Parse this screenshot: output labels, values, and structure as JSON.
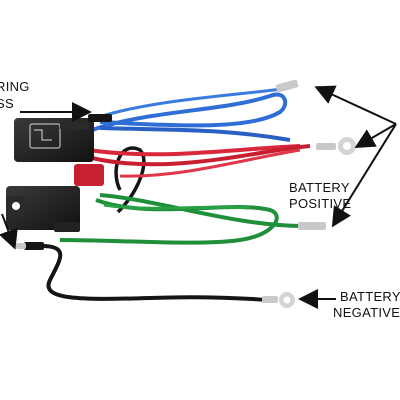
{
  "labels": {
    "wiring_line1": "RING",
    "wiring_line2": "SS",
    "battery_positive_line1": "BATTERY",
    "battery_positive_line2": "POSITIVE",
    "battery_negative_line1": "BATTERY",
    "battery_negative_line2": "NEGATIVE"
  },
  "colors": {
    "background": "#ffffff",
    "relay_body": "#1c1c1c",
    "wire_blue": "#2f6ed6",
    "wire_red": "#d8283a",
    "wire_green": "#1f8f3a",
    "wire_black": "#151515",
    "terminal_metal": "#c9c9c9",
    "arrow": "#111111"
  }
}
